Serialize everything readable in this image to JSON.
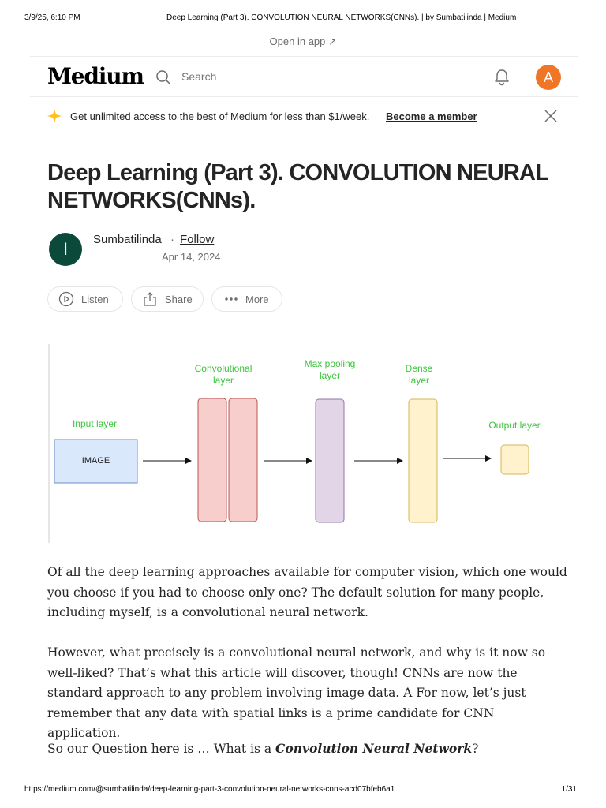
{
  "print_header": {
    "datetime": "3/9/25, 6:10 PM",
    "page_title": "Deep Learning (Part 3). CONVOLUTION NEURAL NETWORKS(CNNs). | by Sumbatilinda | Medium"
  },
  "print_footer": {
    "url": "https://medium.com/@sumbatilinda/deep-learning-part-3-convolution-neural-networks-cnns-acd07bfeb6a1",
    "page": "1/31"
  },
  "open_in_app": {
    "label": "Open in app"
  },
  "nav": {
    "logo": "Medium",
    "search": {
      "value": "",
      "placeholder": "Search"
    },
    "user_avatar_initial": "A",
    "avatar_color": "#ee7626"
  },
  "banner": {
    "text": "Get unlimited access to the best of Medium for less than $1/week.",
    "link": "Become a member",
    "icon_color": "#ffc017"
  },
  "article": {
    "title": "Deep Learning (Part 3). CONVOLUTION NEURAL NETWORKS(CNNs).",
    "author": {
      "initial": "I",
      "name": "Sumbatilinda",
      "separator": "·",
      "follow_label": "Follow",
      "date": "Apr 14, 2024",
      "avatar_color": "#0b4a3a"
    },
    "actions": {
      "listen": "Listen",
      "share": "Share",
      "more": "More"
    },
    "figure": {
      "input_label": "Input layer",
      "image_box": "IMAGE",
      "conv_label": "Convolutional layer",
      "pool_label": "Max pooling layer",
      "dense_label": "Dense layer",
      "output_label": "Output layer",
      "label_color": "#3bc43b"
    },
    "paragraphs": [
      "Of all the deep learning approaches available for computer vision, which one would you choose if you had to choose only one? The default solution for many people, including myself, is a convolutional neural network.",
      "However, what precisely is a convolutional neural network, and why is it now so well-liked? That’s what this article will discover, though! CNNs are now the standard approach to any problem involving image data. A For now, let’s just remember that any data with spatial links is a prime candidate for CNN application."
    ],
    "question": {
      "prefix": "So our Question here is … What is a ",
      "emphasis": "Convolution Neural Network",
      "suffix": "?"
    }
  }
}
